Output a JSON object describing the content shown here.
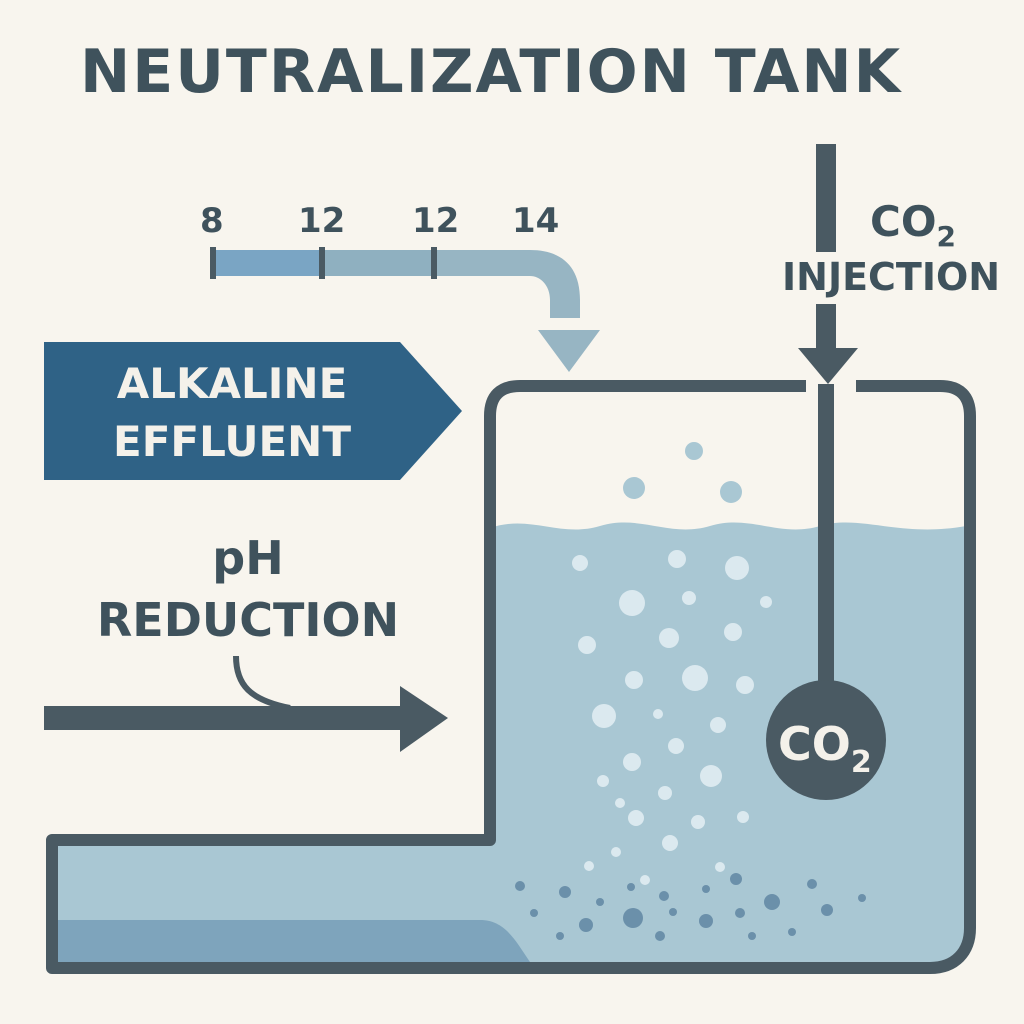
{
  "title": "NEUTRALIZATION TANK",
  "ph_scale": {
    "ticks": [
      "8",
      "12",
      "12",
      "14"
    ]
  },
  "inlet": {
    "line1": "ALKALINE",
    "line2": "EFFLUENT"
  },
  "process": {
    "line1": "pH",
    "line2": "REDUCTION"
  },
  "injection": {
    "formula_main": "CO",
    "formula_sub": "2",
    "label": "INJECTION"
  },
  "diffuser": {
    "formula_main": "CO",
    "formula_sub": "2"
  },
  "colors": {
    "background": "#f8f5ee",
    "outline": "#4a5a63",
    "water": "#a9c7d3",
    "banner": "#2f6286",
    "scale_dark": "#7aa5c4",
    "scale_light": "#95b3c1"
  }
}
